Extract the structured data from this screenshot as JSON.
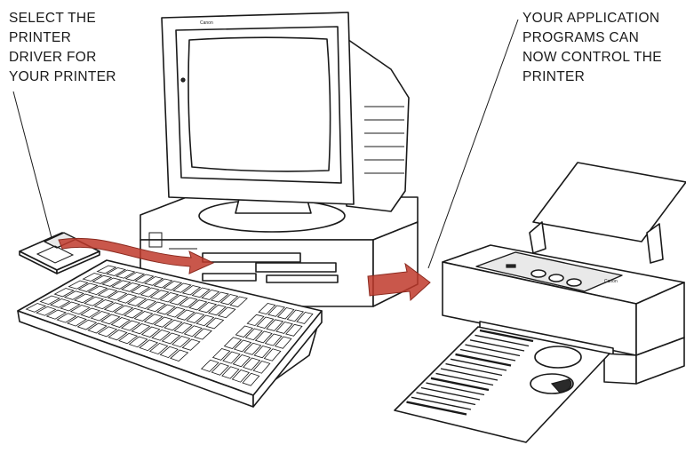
{
  "captions": {
    "left": [
      "SELECT THE",
      "PRINTER",
      "DRIVER FOR",
      "YOUR PRINTER"
    ],
    "right": [
      "YOUR APPLICATION",
      "PROGRAMS CAN",
      "NOW CONTROL THE",
      "PRINTER"
    ]
  },
  "colors": {
    "arrow": "#c0392b",
    "line_art": "#1a1a1a",
    "background": "#ffffff"
  },
  "labels": {
    "monitor_brand": "Canon",
    "printer_brand": "Canon"
  }
}
